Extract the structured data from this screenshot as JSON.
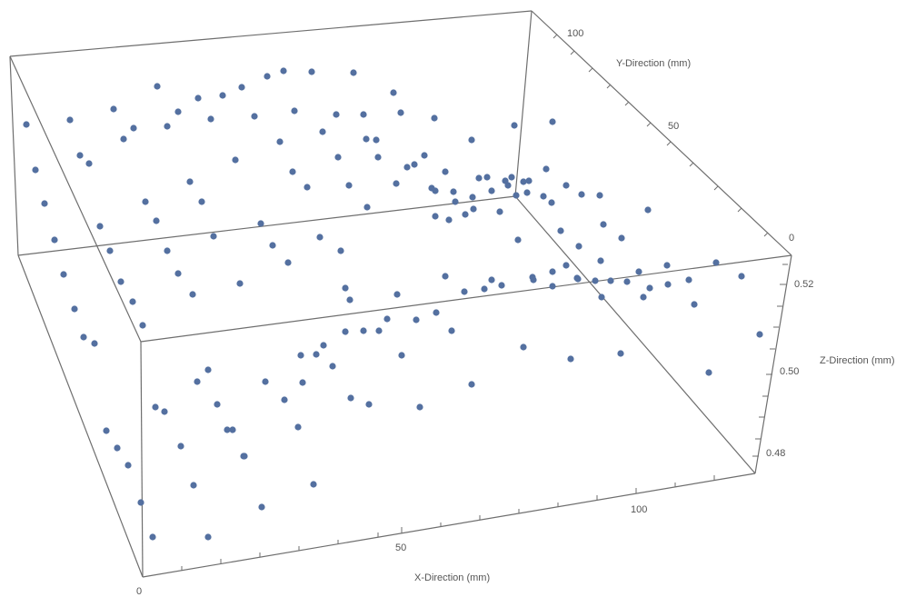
{
  "chart_data": {
    "type": "scatter",
    "title": "",
    "projection": "3d",
    "xlabel": "X-Direction (mm)",
    "ylabel": "Y-Direction (mm)",
    "zlabel": "Z-Direction (mm)",
    "x_ticks": [
      "0",
      "50",
      "100"
    ],
    "y_ticks": [
      "0",
      "50",
      "100"
    ],
    "z_ticks": [
      "0.48",
      "0.50",
      "0.52"
    ],
    "xlim": [
      0,
      125
    ],
    "ylim": [
      0,
      120
    ],
    "zlim": [
      0.475,
      0.53
    ],
    "grid": false,
    "legend": "none",
    "marker_color": "#5470a0",
    "box_color": "#6e6e6e"
  },
  "labels": {
    "x_title": "X-Direction (mm)",
    "y_title": "Y-Direction (mm)",
    "z_title": "Z-Direction (mm)",
    "x_tick_0": "0",
    "x_tick_50": "50",
    "x_tick_100": "100",
    "y_tick_0": "0",
    "y_tick_50": "50",
    "y_tick_100": "100",
    "z_tick_048": "0.48",
    "z_tick_050": "0.50",
    "z_tick_052": "0.52"
  },
  "points_screen": [
    [
      29,
      137
    ],
    [
      39,
      187
    ],
    [
      49,
      224
    ],
    [
      60,
      264
    ],
    [
      77,
      132
    ],
    [
      88,
      171
    ],
    [
      98,
      180
    ],
    [
      125,
      120
    ],
    [
      136,
      153
    ],
    [
      147,
      141
    ],
    [
      173,
      95
    ],
    [
      184,
      139
    ],
    [
      196,
      123
    ],
    [
      218,
      108
    ],
    [
      232,
      131
    ],
    [
      245,
      105
    ],
    [
      266,
      96
    ],
    [
      294,
      84
    ],
    [
      312,
      78
    ],
    [
      343,
      79
    ],
    [
      389,
      80
    ],
    [
      433,
      102
    ],
    [
      478,
      130
    ],
    [
      519,
      154
    ],
    [
      566,
      138
    ],
    [
      608,
      134
    ],
    [
      110,
      249
    ],
    [
      121,
      276
    ],
    [
      133,
      310
    ],
    [
      146,
      332
    ],
    [
      157,
      358
    ],
    [
      160,
      222
    ],
    [
      172,
      243
    ],
    [
      184,
      276
    ],
    [
      196,
      301
    ],
    [
      209,
      200
    ],
    [
      212,
      324
    ],
    [
      222,
      222
    ],
    [
      235,
      260
    ],
    [
      259,
      176
    ],
    [
      264,
      312
    ],
    [
      280,
      128
    ],
    [
      287,
      246
    ],
    [
      300,
      270
    ],
    [
      308,
      156
    ],
    [
      317,
      289
    ],
    [
      322,
      189
    ],
    [
      324,
      122
    ],
    [
      338,
      206
    ],
    [
      352,
      261
    ],
    [
      355,
      145
    ],
    [
      372,
      173
    ],
    [
      370,
      126
    ],
    [
      375,
      276
    ],
    [
      384,
      204
    ],
    [
      385,
      330
    ],
    [
      400,
      126
    ],
    [
      403,
      153
    ],
    [
      404,
      228
    ],
    [
      414,
      154
    ],
    [
      416,
      173
    ],
    [
      441,
      124
    ],
    [
      448,
      184
    ],
    [
      456,
      181
    ],
    [
      467,
      171
    ],
    [
      436,
      202
    ],
    [
      475,
      207
    ],
    [
      479,
      210
    ],
    [
      490,
      189
    ],
    [
      479,
      238
    ],
    [
      494,
      242
    ],
    [
      499,
      211
    ],
    [
      501,
      222
    ],
    [
      520,
      217
    ],
    [
      512,
      236
    ],
    [
      527,
      196
    ],
    [
      521,
      230
    ],
    [
      536,
      195
    ],
    [
      541,
      210
    ],
    [
      550,
      233
    ],
    [
      556,
      199
    ],
    [
      559,
      204
    ],
    [
      563,
      195
    ],
    [
      568,
      215
    ],
    [
      576,
      200
    ],
    [
      580,
      212
    ],
    [
      582,
      199
    ],
    [
      598,
      216
    ],
    [
      601,
      186
    ],
    [
      607,
      223
    ],
    [
      617,
      254
    ],
    [
      623,
      204
    ],
    [
      637,
      271
    ],
    [
      640,
      214
    ],
    [
      660,
      215
    ],
    [
      664,
      247
    ],
    [
      684,
      262
    ],
    [
      713,
      231
    ],
    [
      570,
      264
    ],
    [
      70,
      302
    ],
    [
      82,
      340
    ],
    [
      92,
      371
    ],
    [
      104,
      378
    ],
    [
      181,
      453
    ],
    [
      171,
      448
    ],
    [
      217,
      420
    ],
    [
      229,
      407
    ],
    [
      239,
      445
    ],
    [
      256,
      473
    ],
    [
      268,
      502
    ],
    [
      292,
      420
    ],
    [
      313,
      440
    ],
    [
      328,
      470
    ],
    [
      331,
      391
    ],
    [
      348,
      390
    ],
    [
      366,
      403
    ],
    [
      386,
      438
    ],
    [
      406,
      445
    ],
    [
      380,
      317
    ],
    [
      400,
      364
    ],
    [
      417,
      364
    ],
    [
      426,
      351
    ],
    [
      437,
      324
    ],
    [
      442,
      391
    ],
    [
      458,
      352
    ],
    [
      462,
      448
    ],
    [
      480,
      344
    ],
    [
      490,
      304
    ],
    [
      497,
      364
    ],
    [
      511,
      321
    ],
    [
      519,
      423
    ],
    [
      533,
      318
    ],
    [
      541,
      308
    ],
    [
      552,
      314
    ],
    [
      576,
      382
    ],
    [
      586,
      305
    ],
    [
      587,
      308
    ],
    [
      608,
      315
    ],
    [
      608,
      299
    ],
    [
      623,
      292
    ],
    [
      628,
      395
    ],
    [
      635,
      306
    ],
    [
      636,
      307
    ],
    [
      655,
      309
    ],
    [
      662,
      327
    ],
    [
      672,
      309
    ],
    [
      683,
      389
    ],
    [
      690,
      310
    ],
    [
      703,
      299
    ],
    [
      708,
      327
    ],
    [
      715,
      317
    ],
    [
      735,
      313
    ],
    [
      734,
      292
    ],
    [
      758,
      308
    ],
    [
      764,
      335
    ],
    [
      780,
      410
    ],
    [
      788,
      289
    ],
    [
      816,
      304
    ],
    [
      836,
      368
    ],
    [
      661,
      287
    ],
    [
      117,
      474
    ],
    [
      129,
      493
    ],
    [
      141,
      512
    ],
    [
      155,
      553
    ],
    [
      168,
      591
    ],
    [
      199,
      491
    ],
    [
      213,
      534
    ],
    [
      229,
      591
    ],
    [
      250,
      473
    ],
    [
      269,
      502
    ],
    [
      288,
      558
    ],
    [
      345,
      533
    ],
    [
      333,
      421
    ],
    [
      356,
      380
    ],
    [
      380,
      365
    ]
  ]
}
